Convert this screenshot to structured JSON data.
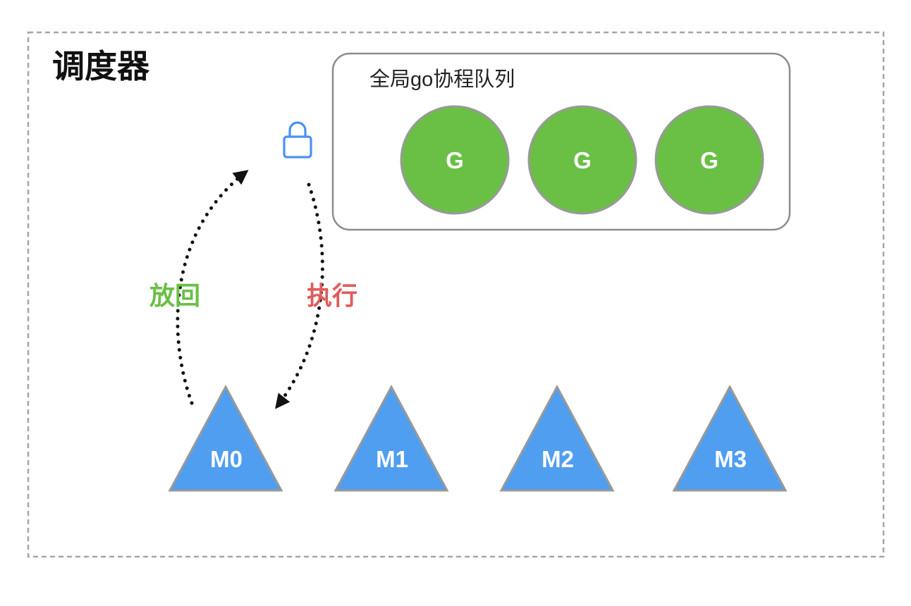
{
  "diagram": {
    "title": "调度器",
    "queue": {
      "label": "全局go协程队列",
      "goroutines": [
        {
          "label": "G"
        },
        {
          "label": "G"
        },
        {
          "label": "G"
        }
      ]
    },
    "machines": [
      {
        "label": "M0"
      },
      {
        "label": "M1"
      },
      {
        "label": "M2"
      },
      {
        "label": "M3"
      }
    ],
    "edges": {
      "put_back": {
        "label": "放回"
      },
      "execute": {
        "label": "执行"
      }
    },
    "icons": {
      "lock": "lock-icon"
    },
    "colors": {
      "goroutine_fill": "#6abf45",
      "machine_fill": "#4f9ef0",
      "shape_border": "#999999",
      "boundary_gray": "#a6a6a6",
      "queue_border": "#8c8c8c",
      "lock_blue": "#4a90f7",
      "put_back_green": "#6abf45",
      "execute_red": "#e05b5b",
      "arrow_black": "#111111"
    }
  }
}
